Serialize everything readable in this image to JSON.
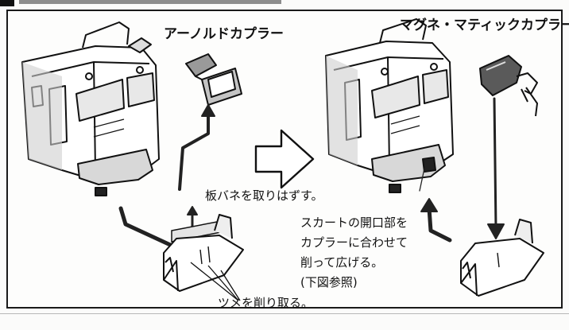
{
  "labels": {
    "arnold_coupler": "アーノルドカプラー",
    "magne_matic_coupler": "マグネ・マティックカプラー",
    "remove_leaf_spring": "板バネを取りはずす。",
    "skirt_note": [
      "スカートの開口部を",
      "カプラーに合わせて",
      "削って広げる。",
      "(下図参照)"
    ],
    "shave_claws": "ツメを削り取る。"
  },
  "colors": {
    "ink": "#111111",
    "paper": "#fdfdfc",
    "shade": "#8a8a8a"
  }
}
